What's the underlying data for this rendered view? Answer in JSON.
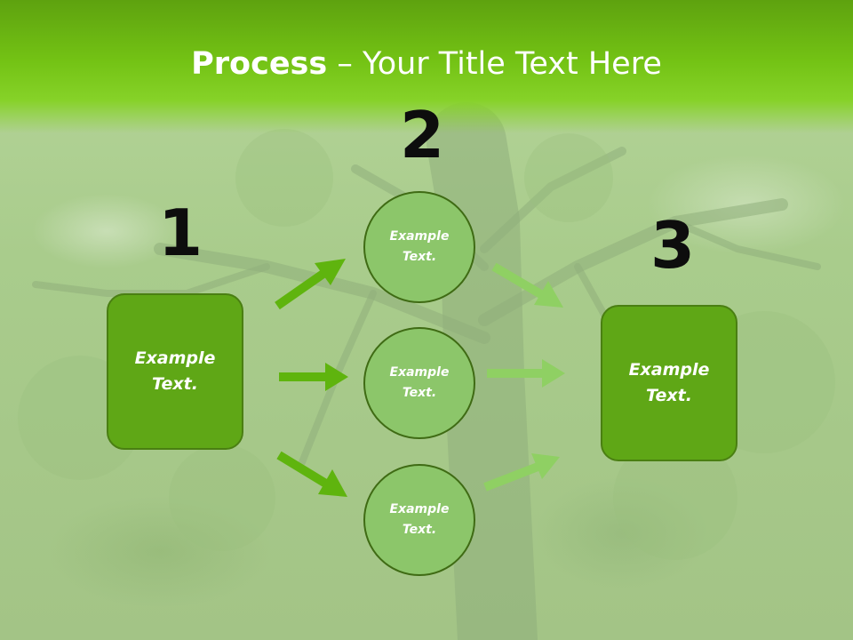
{
  "title": {
    "bold": "Process",
    "rest": " – Your Title Text Here"
  },
  "steps": {
    "num1": "1",
    "num2": "2",
    "num3": "3"
  },
  "boxes": {
    "left": "Example Text.",
    "right": "Example Text."
  },
  "circles": {
    "top": "Example Text.",
    "middle": "Example Text.",
    "bottom": "Example Text."
  },
  "colors": {
    "header": "#73c214",
    "box_fill": "#5fa716",
    "circle_fill": "#8cc66a",
    "arrow_dark": "#5fb40e",
    "arrow_light": "#8fd063"
  }
}
